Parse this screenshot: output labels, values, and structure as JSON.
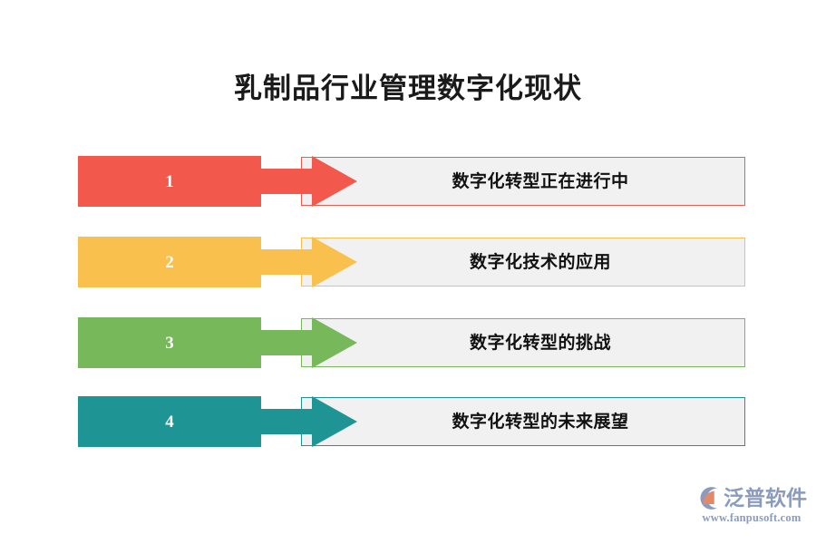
{
  "page": {
    "title": "乳制品行业管理数字化现状",
    "background_color": "#ffffff",
    "text_panel_fill": "#f1f1f1"
  },
  "steps": [
    {
      "number": "1",
      "label": "数字化转型正在进行中",
      "color": "#F2584B"
    },
    {
      "number": "2",
      "label": "数字化技术的应用",
      "color": "#F9C04E"
    },
    {
      "number": "3",
      "label": "数字化转型的挑战",
      "color": "#76B85A"
    },
    {
      "number": "4",
      "label": "数字化转型的未来展望",
      "color": "#1E9494"
    }
  ],
  "logo": {
    "name": "泛普软件",
    "url": "www.fanpusoft.com",
    "mark_color": "#8a9bbd",
    "mark_accent_color": "#e08a6a",
    "text_color": "#8a9bbd"
  }
}
